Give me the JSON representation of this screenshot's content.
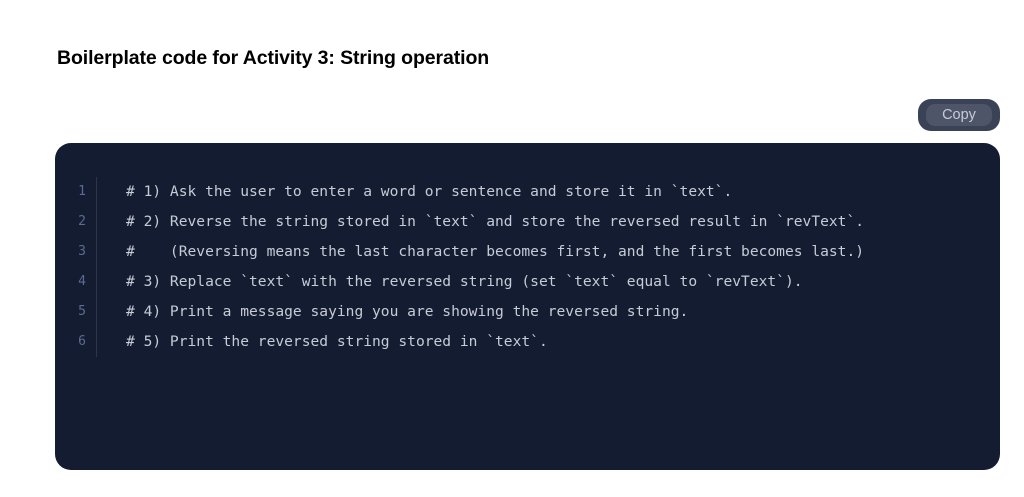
{
  "page": {
    "title": "Boilerplate code for Activity 3: String operation",
    "background_color": "#ffffff"
  },
  "copy_control": {
    "label": "Copy",
    "outer_color": "#3a4256",
    "button_color": "#4e5569",
    "text_color": "#c7cbd6"
  },
  "code_block": {
    "background_color": "#131c31",
    "text_color": "#c6cbd6",
    "line_number_color": "#5b6c91",
    "language": "python",
    "lines": [
      {
        "number": "1",
        "text": "# 1) Ask the user to enter a word or sentence and store it in `text`."
      },
      {
        "number": "2",
        "text": "# 2) Reverse the string stored in `text` and store the reversed result in `revText`."
      },
      {
        "number": "3",
        "text": "#    (Reversing means the last character becomes first, and the first becomes last.)"
      },
      {
        "number": "4",
        "text": "# 3) Replace `text` with the reversed string (set `text` equal to `revText`)."
      },
      {
        "number": "5",
        "text": "# 4) Print a message saying you are showing the reversed string."
      },
      {
        "number": "6",
        "text": "# 5) Print the reversed string stored in `text`."
      }
    ]
  }
}
